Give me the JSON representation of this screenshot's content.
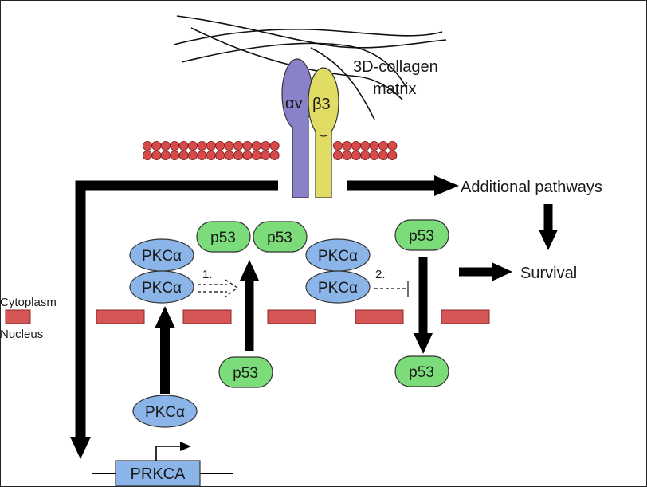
{
  "labels": {
    "matrix_line1": "3D-collagen",
    "matrix_line2": "matrix",
    "alpha_v": "αv",
    "beta_3": "β3",
    "additional_pathways": "Additional pathways",
    "survival": "Survival",
    "cytoplasm": "Cytoplasm",
    "nucleus": "Nucleus",
    "prkca_gene": "PRKCA",
    "step1": "1.",
    "step2": "2."
  },
  "proteins": {
    "pkc": "PKCα",
    "p53": "p53"
  },
  "colors": {
    "pkc_fill": "#8bb5e8",
    "p53_fill": "#7ddc7a",
    "alpha_v_fill": "#8a82c8",
    "beta_3_fill": "#e0dc64",
    "membrane_red": "#d64a4a",
    "nuclear_membrane": "#d65555",
    "gene_box": "#8bb5e8"
  }
}
